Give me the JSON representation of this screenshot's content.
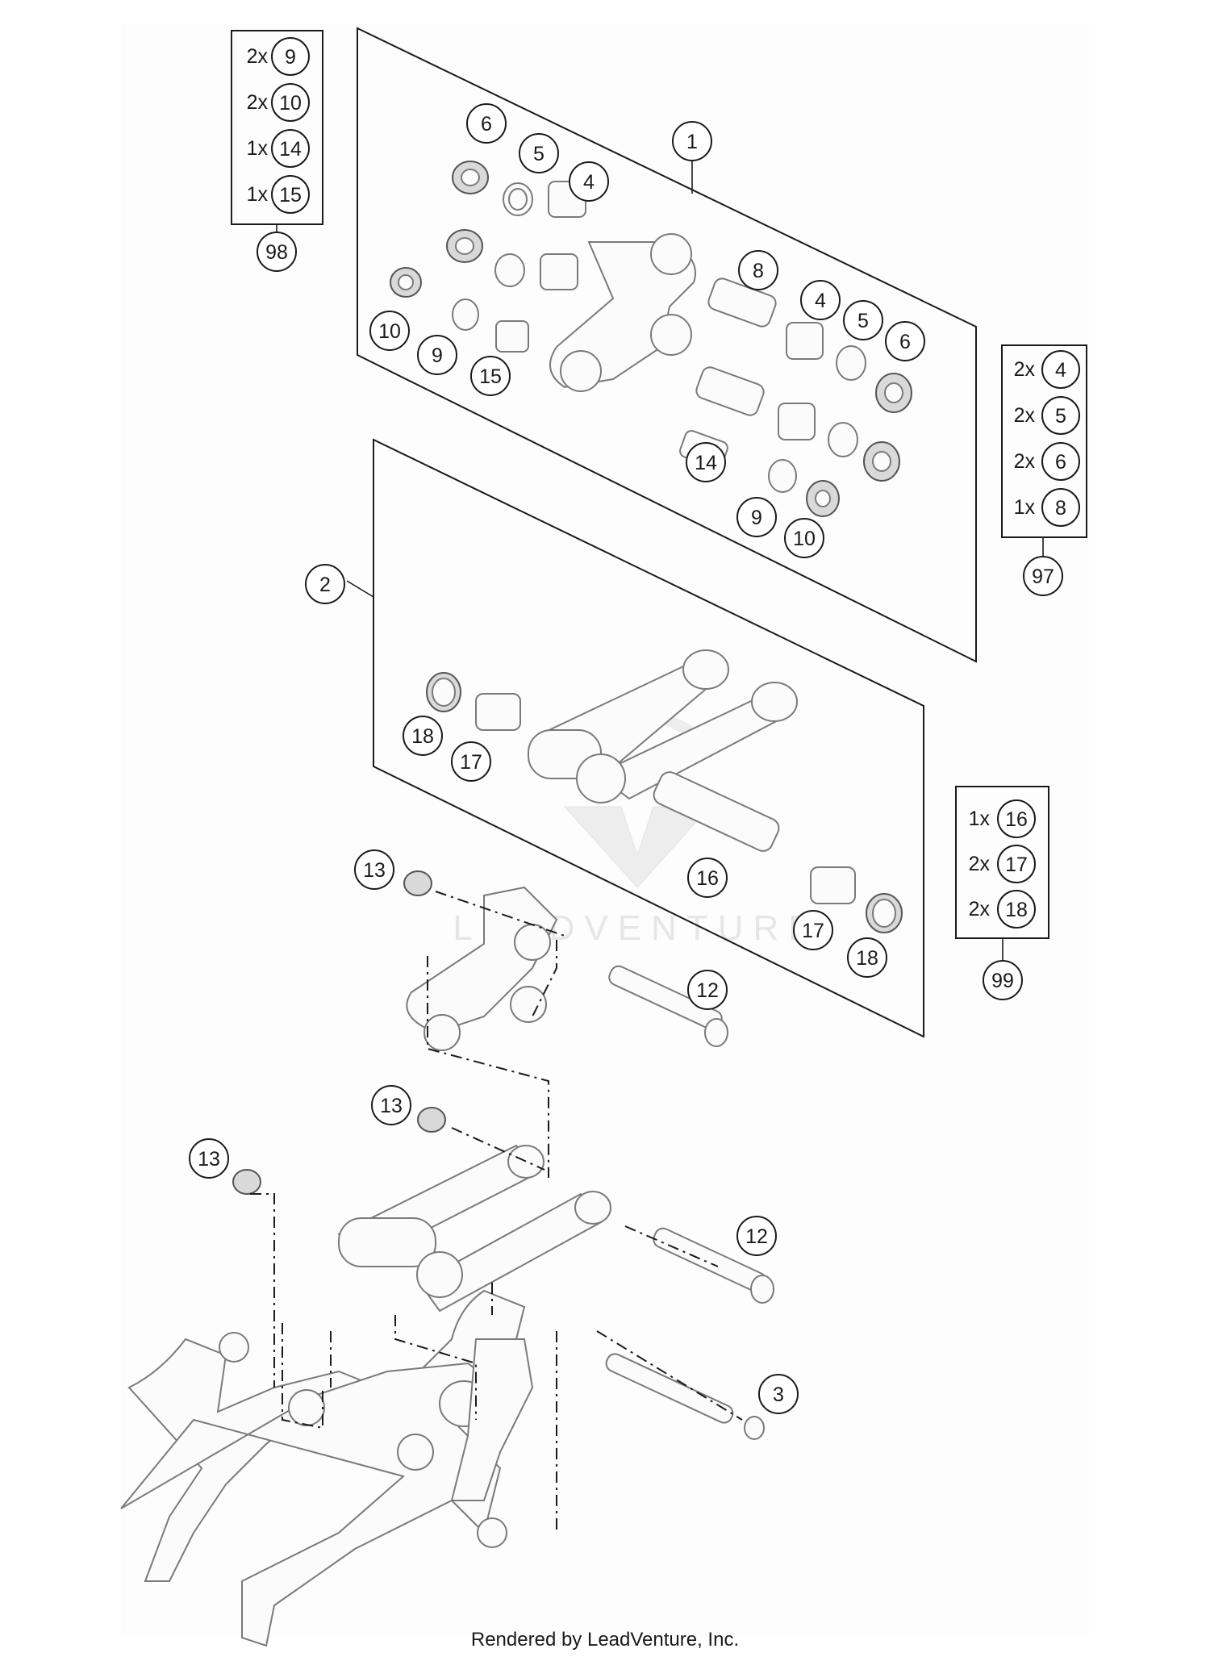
{
  "callouts": [
    {
      "id": "c1",
      "label": "1"
    },
    {
      "id": "c6a",
      "label": "6"
    },
    {
      "id": "c5a",
      "label": "5"
    },
    {
      "id": "c4a",
      "label": "4"
    },
    {
      "id": "c10a",
      "label": "10"
    },
    {
      "id": "c9a",
      "label": "9"
    },
    {
      "id": "c15",
      "label": "15"
    },
    {
      "id": "c8",
      "label": "8"
    },
    {
      "id": "c4b",
      "label": "4"
    },
    {
      "id": "c5b",
      "label": "5"
    },
    {
      "id": "c6b",
      "label": "6"
    },
    {
      "id": "c14",
      "label": "14"
    },
    {
      "id": "c9b",
      "label": "9"
    },
    {
      "id": "c10b",
      "label": "10"
    },
    {
      "id": "c2",
      "label": "2"
    },
    {
      "id": "c18a",
      "label": "18"
    },
    {
      "id": "c17a",
      "label": "17"
    },
    {
      "id": "c16",
      "label": "16"
    },
    {
      "id": "c17b",
      "label": "17"
    },
    {
      "id": "c18b",
      "label": "18"
    },
    {
      "id": "c13a",
      "label": "13"
    },
    {
      "id": "c12a",
      "label": "12"
    },
    {
      "id": "c13b",
      "label": "13"
    },
    {
      "id": "c13c",
      "label": "13"
    },
    {
      "id": "c12b",
      "label": "12"
    },
    {
      "id": "c3",
      "label": "3"
    }
  ],
  "kits": [
    {
      "id": "98",
      "items": [
        {
          "qty": "2x",
          "part": "9"
        },
        {
          "qty": "2x",
          "part": "10"
        },
        {
          "qty": "1x",
          "part": "14"
        },
        {
          "qty": "1x",
          "part": "15"
        }
      ]
    },
    {
      "id": "97",
      "items": [
        {
          "qty": "2x",
          "part": "4"
        },
        {
          "qty": "2x",
          "part": "5"
        },
        {
          "qty": "2x",
          "part": "6"
        },
        {
          "qty": "1x",
          "part": "8"
        }
      ]
    },
    {
      "id": "99",
      "items": [
        {
          "qty": "1x",
          "part": "16"
        },
        {
          "qty": "2x",
          "part": "17"
        },
        {
          "qty": "2x",
          "part": "18"
        }
      ]
    }
  ],
  "watermark": "LEADVENTURE",
  "footer": "Rendered by LeadVenture, Inc."
}
